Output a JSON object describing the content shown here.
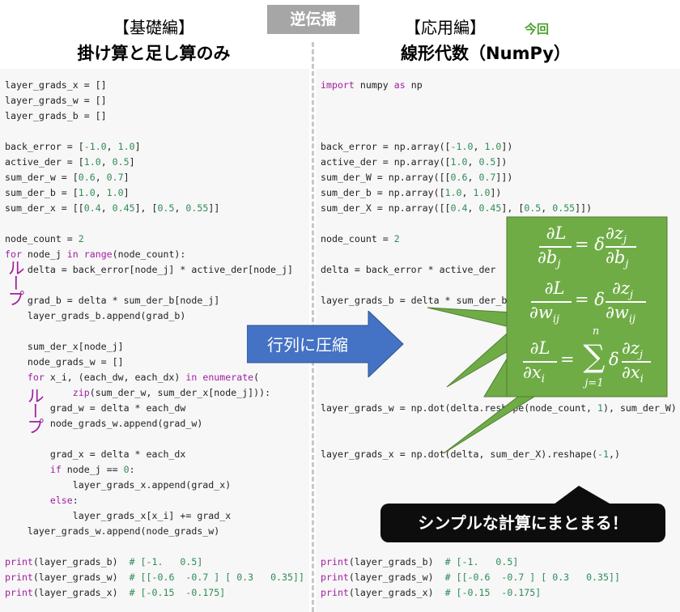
{
  "banner": "逆伝播",
  "left_header": {
    "line1": "【基礎編】",
    "line2": "掛け算と足し算のみ"
  },
  "right_header": {
    "line1": "【応用編】",
    "current_tag": "今回",
    "line2": "線形代数（NumPy）"
  },
  "left_code": [
    [
      [
        "layer_grads_x = []",
        ""
      ]
    ],
    [
      [
        "layer_grads_w = []",
        ""
      ]
    ],
    [
      [
        "layer_grads_b = []",
        ""
      ]
    ],
    [],
    [
      [
        "back_error = [",
        ""
      ],
      [
        "-1.0",
        "num"
      ],
      [
        ", ",
        ""
      ],
      [
        "1.0",
        "num"
      ],
      [
        "]",
        ""
      ]
    ],
    [
      [
        "active_der = [",
        ""
      ],
      [
        "1.0",
        "num"
      ],
      [
        ", ",
        ""
      ],
      [
        "0.5",
        "num"
      ],
      [
        "]",
        ""
      ]
    ],
    [
      [
        "sum_der_w = [",
        ""
      ],
      [
        "0.6",
        "num"
      ],
      [
        ", ",
        ""
      ],
      [
        "0.7",
        "num"
      ],
      [
        "]",
        ""
      ]
    ],
    [
      [
        "sum_der_b = [",
        ""
      ],
      [
        "1.0",
        "num"
      ],
      [
        ", ",
        ""
      ],
      [
        "1.0",
        "num"
      ],
      [
        "]",
        ""
      ]
    ],
    [
      [
        "sum_der_x = [[",
        ""
      ],
      [
        "0.4",
        "num"
      ],
      [
        ", ",
        ""
      ],
      [
        "0.45",
        "num"
      ],
      [
        "], [",
        ""
      ],
      [
        "0.5",
        "num"
      ],
      [
        ", ",
        ""
      ],
      [
        "0.55",
        "num"
      ],
      [
        "]]",
        ""
      ]
    ],
    [],
    [
      [
        "node_count = ",
        ""
      ],
      [
        "2",
        "num"
      ]
    ],
    [
      [
        "for",
        "kw"
      ],
      [
        " node_j ",
        ""
      ],
      [
        "in",
        "kw"
      ],
      [
        " ",
        ""
      ],
      [
        "range",
        "kw"
      ],
      [
        "(node_count):",
        ""
      ]
    ],
    [
      [
        "    delta = back_error[node_j] * active_der[node_j]",
        ""
      ]
    ],
    [],
    [
      [
        "    grad_b = delta * sum_der_b[node_j]",
        ""
      ]
    ],
    [
      [
        "    layer_grads_b.append(grad_b)",
        ""
      ]
    ],
    [],
    [
      [
        "    sum_der_x[node_j]",
        ""
      ]
    ],
    [
      [
        "    node_grads_w = []",
        ""
      ]
    ],
    [
      [
        "    ",
        ""
      ],
      [
        "for",
        "kw"
      ],
      [
        " x_i, (each_dw, each_dx) ",
        ""
      ],
      [
        "in",
        "kw"
      ],
      [
        " ",
        ""
      ],
      [
        "enumerate",
        "kw"
      ],
      [
        "(",
        ""
      ]
    ],
    [
      [
        "            ",
        ""
      ],
      [
        "zip",
        "kw"
      ],
      [
        "(sum_der_w, sum_der_x[node_j])):",
        ""
      ]
    ],
    [
      [
        "        grad_w = delta * each_dw",
        ""
      ]
    ],
    [
      [
        "        node_grads_w.append(grad_w)",
        ""
      ]
    ],
    [],
    [
      [
        "        grad_x = delta * each_dx",
        ""
      ]
    ],
    [
      [
        "        ",
        ""
      ],
      [
        "if",
        "kw"
      ],
      [
        " node_j == ",
        ""
      ],
      [
        "0",
        "num"
      ],
      [
        ":",
        ""
      ]
    ],
    [
      [
        "            layer_grads_x.append(grad_x)",
        ""
      ]
    ],
    [
      [
        "        ",
        ""
      ],
      [
        "else",
        "kw"
      ],
      [
        ":",
        ""
      ]
    ],
    [
      [
        "            layer_grads_x[x_i] += grad_x",
        ""
      ]
    ],
    [
      [
        "    layer_grads_w.append(node_grads_w)",
        ""
      ]
    ],
    [],
    [
      [
        "print",
        "kw"
      ],
      [
        "(layer_grads_b)  ",
        ""
      ],
      [
        "# [-1.   0.5]",
        "num"
      ]
    ],
    [
      [
        "print",
        "kw"
      ],
      [
        "(layer_grads_w)  ",
        ""
      ],
      [
        "# [[-0.6  -0.7 ] [ 0.3   0.35]]",
        "num"
      ]
    ],
    [
      [
        "print",
        "kw"
      ],
      [
        "(layer_grads_x)  ",
        ""
      ],
      [
        "# [-0.15  -0.175]",
        "num"
      ]
    ]
  ],
  "right_code": [
    [
      [
        "import",
        "kw"
      ],
      [
        " numpy ",
        ""
      ],
      [
        "as",
        "kw"
      ],
      [
        " np",
        ""
      ]
    ],
    [],
    [],
    [],
    [
      [
        "back_error = np.array([",
        ""
      ],
      [
        "-1.0",
        "num"
      ],
      [
        ", ",
        ""
      ],
      [
        "1.0",
        "num"
      ],
      [
        "])",
        ""
      ]
    ],
    [
      [
        "active_der = np.array([",
        ""
      ],
      [
        "1.0",
        "num"
      ],
      [
        ", ",
        ""
      ],
      [
        "0.5",
        "num"
      ],
      [
        "])",
        ""
      ]
    ],
    [
      [
        "sum_der_W = np.array([[",
        ""
      ],
      [
        "0.6",
        "num"
      ],
      [
        ", ",
        ""
      ],
      [
        "0.7",
        "num"
      ],
      [
        "]])",
        ""
      ]
    ],
    [
      [
        "sum_der_b = np.array([",
        ""
      ],
      [
        "1.0",
        "num"
      ],
      [
        ", ",
        ""
      ],
      [
        "1.0",
        "num"
      ],
      [
        "])",
        ""
      ]
    ],
    [
      [
        "sum_der_X = np.array([[",
        ""
      ],
      [
        "0.4",
        "num"
      ],
      [
        ", ",
        ""
      ],
      [
        "0.45",
        "num"
      ],
      [
        "], [",
        ""
      ],
      [
        "0.5",
        "num"
      ],
      [
        ", ",
        ""
      ],
      [
        "0.55",
        "num"
      ],
      [
        "]])",
        ""
      ]
    ],
    [],
    [
      [
        "node_count = ",
        ""
      ],
      [
        "2",
        "num"
      ]
    ],
    [],
    [
      [
        "delta = back_error * active_der",
        ""
      ]
    ],
    [],
    [
      [
        "layer_grads_b = delta * sum_der_b",
        ""
      ]
    ],
    [],
    [],
    [],
    [],
    [],
    [],
    [
      [
        "layer_grads_w = np.dot(delta.reshape(node_count, ",
        ""
      ],
      [
        "1",
        "num"
      ],
      [
        "), sum_der_W)",
        ""
      ]
    ],
    [],
    [],
    [
      [
        "layer_grads_x = np.dot(delta, sum_der_X).reshape(",
        ""
      ],
      [
        "-1",
        "num"
      ],
      [
        ",)",
        ""
      ]
    ],
    [],
    [],
    [],
    [],
    [],
    [],
    [
      [
        "print",
        "kw"
      ],
      [
        "(layer_grads_b)  ",
        ""
      ],
      [
        "# [-1.   0.5]",
        "num"
      ]
    ],
    [
      [
        "print",
        "kw"
      ],
      [
        "(layer_grads_w)  ",
        ""
      ],
      [
        "# [[-0.6  -0.7 ] [ 0.3   0.35]]",
        "num"
      ]
    ],
    [
      [
        "print",
        "kw"
      ],
      [
        "(layer_grads_x)  ",
        ""
      ],
      [
        "# [-0.15  -0.175]",
        "num"
      ]
    ]
  ],
  "loop_labels": [
    "ループ",
    "ループ"
  ],
  "arrow_label": "行列に圧縮",
  "callout": "シンプルな計算にまとまる！",
  "formulas": {
    "f1": {
      "lhs_num": "∂L",
      "lhs_den": "∂b",
      "lhs_sub": "j",
      "op": "= δ",
      "rhs_num": "∂z",
      "rhs_num_sub": "j",
      "rhs_den": "∂b",
      "rhs_den_sub": "j"
    },
    "f2": {
      "lhs_num": "∂L",
      "lhs_den": "∂w",
      "lhs_sub": "ij",
      "op": "= δ",
      "rhs_num": "∂z",
      "rhs_num_sub": "j",
      "rhs_den": "∂w",
      "rhs_den_sub": "ij"
    },
    "f3": {
      "lhs_num": "∂L",
      "lhs_den": "∂x",
      "lhs_sub": "i",
      "eq": "=",
      "sum": "∑",
      "sum_top": "n",
      "sum_bot": "j=1",
      "delta": "δ",
      "rhs_num": "∂z",
      "rhs_num_sub": "j",
      "rhs_den": "∂x",
      "rhs_den_sub": "i"
    }
  },
  "colors": {
    "green": "#6fac46",
    "arrow": "#4472c4",
    "purple": "#a020a0",
    "banner": "#a6a6a6"
  }
}
